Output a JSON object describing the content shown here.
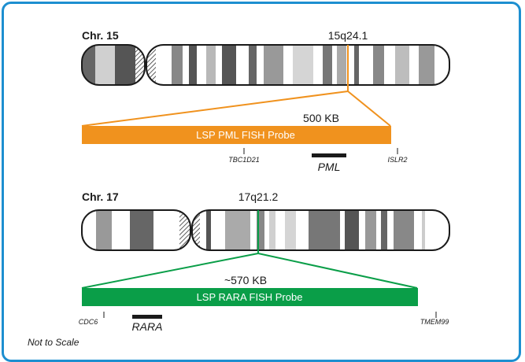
{
  "chr15": {
    "label": "Chr. 15",
    "band": "15q24.1",
    "probe_label": "LSP PML FISH Probe",
    "size": "500 KB",
    "color": "#f0921e",
    "flank_left": "TBC1D21",
    "gene": "PML",
    "flank_right": "ISLR2"
  },
  "chr17": {
    "label": "Chr. 17",
    "band": "17q21.2",
    "probe_label": "LSP RARA FISH Probe",
    "size": "~570 KB",
    "color": "#0a9e48",
    "flank_left": "CDC6",
    "gene": "RARA",
    "flank_right": "TMEM99"
  },
  "footer_note": "Not to Scale"
}
